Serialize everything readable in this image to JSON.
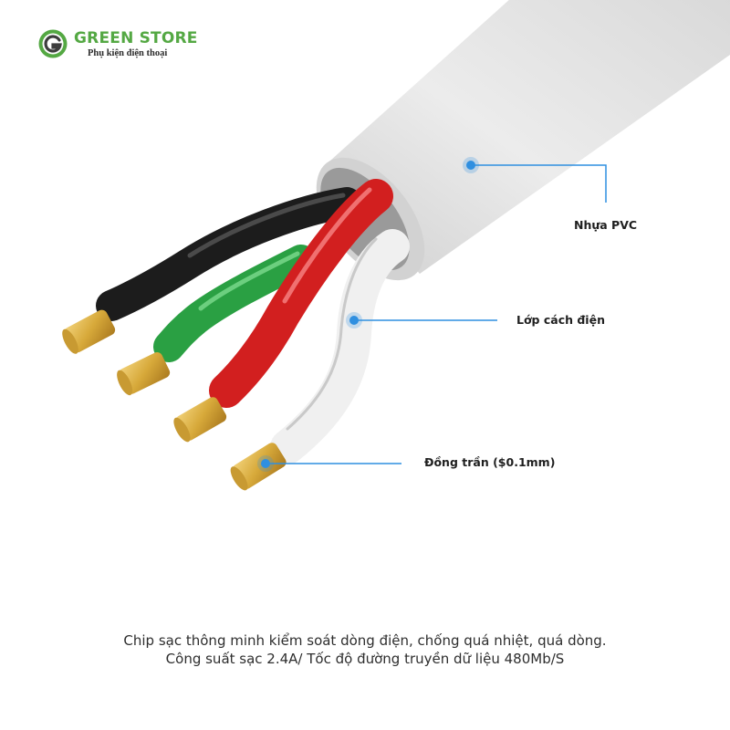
{
  "brand": {
    "name": "GREEN STORE",
    "tagline": "Phụ kiện điện thoại",
    "color": "#54a843"
  },
  "callouts": {
    "pvc": "Nhựa PVC",
    "insulation": "Lớp cách điện",
    "copper": "Đồng trần ($0.1mm)"
  },
  "caption": {
    "line1": "Chip sạc thông minh kiểm soát dòng điện, chống quá nhiệt, quá dòng.",
    "line2": "Công suất sạc 2.4A/ Tốc độ đường truyền dữ liệu 480Mb/S"
  },
  "colors": {
    "pointer": "#2f8fe0",
    "jacket": "#e2e2e2",
    "wire_black": "#1c1c1c",
    "wire_green": "#2aa043",
    "wire_red": "#d21f1f",
    "wire_white": "#f0f0f0",
    "copper": "#d7a93a"
  },
  "icons": [
    "green-store-logo-icon"
  ]
}
